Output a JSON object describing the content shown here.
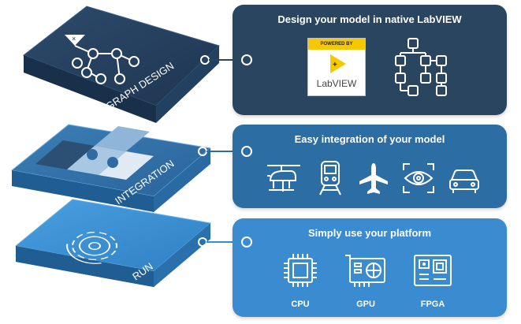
{
  "layers": {
    "graph_design": "GRAPH DESIGN",
    "integration": "INTEGRATION",
    "run": "RUN"
  },
  "panels": {
    "design": {
      "title": "Design your model in native LabVIEW"
    },
    "integration": {
      "title": "Easy integration of your model"
    },
    "platform": {
      "title": "Simply use your platform"
    }
  },
  "labview_logo": {
    "badge": "POWERED BY",
    "word": "LabVIEW"
  },
  "integration_icons": [
    "helicopter-icon",
    "train-icon",
    "airplane-icon",
    "eye-scan-icon",
    "car-icon"
  ],
  "platforms": [
    {
      "label": "CPU",
      "icon": "cpu-icon"
    },
    {
      "label": "GPU",
      "icon": "gpu-icon"
    },
    {
      "label": "FPGA",
      "icon": "fpga-icon"
    }
  ],
  "colors": {
    "layer_top": "#23405e",
    "layer_mid": "#2c6da3",
    "layer_bottom": "#3a8bd0",
    "panel_top": "#2a4560",
    "panel_mid": "#2c6da3",
    "panel_bottom": "#3a8bd0",
    "labview_yellow": "#f6c800"
  }
}
